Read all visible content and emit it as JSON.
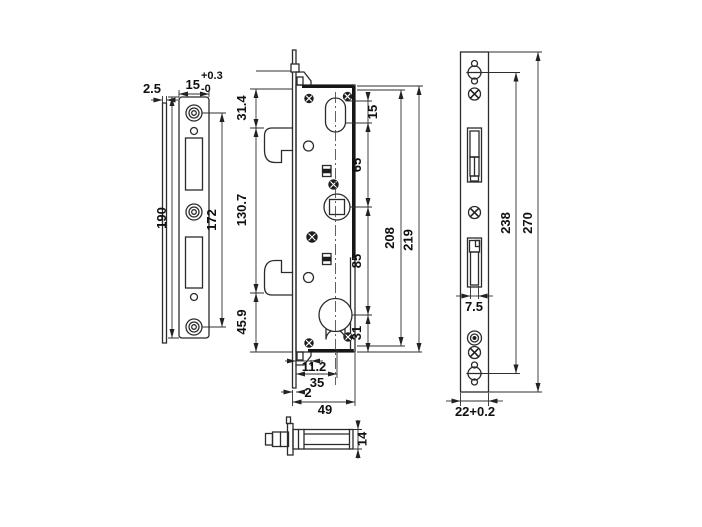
{
  "drawing": {
    "type": "technical-orthographic-drawing",
    "subject": "mortise hook lock body with strike plate, faceplate and latch bolt views",
    "units": "mm",
    "line_color": "#2b2b2b",
    "background": "#ffffff",
    "dimensions": {
      "strike_plate": {
        "thickness": "2.5",
        "width_nominal": "15",
        "width_tol_upper": "+0.3",
        "width_tol_lower": "-0",
        "length": "190",
        "screw_spacing": "172"
      },
      "lock_case": {
        "hook_top_offset": "31.4",
        "hook_span": "130.7",
        "hook_bottom_offset": "45.9",
        "top_slot": "15",
        "slot_to_spindle": "65",
        "spindle_to_cylinder": "85",
        "cylinder_to_bottom": "31",
        "inner_height": "208",
        "height": "219",
        "tab_inset": "11.2",
        "backset": "35",
        "faceplate_thickness": "2",
        "depth": "49"
      },
      "faceplate": {
        "latch_width": "7.5",
        "screw_spacing": "238",
        "length": "270",
        "width_tol": "22+0.2"
      },
      "latch_bolt": {
        "height": "14"
      }
    }
  }
}
